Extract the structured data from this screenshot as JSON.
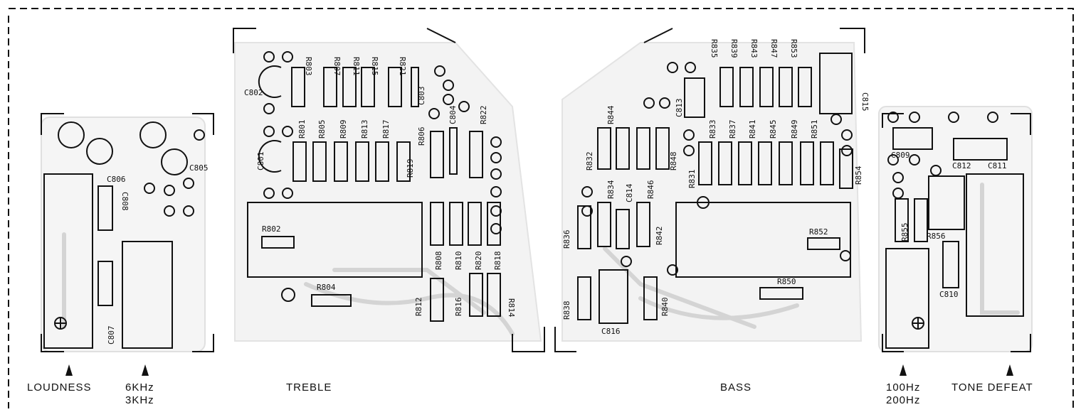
{
  "labels": {
    "loudness": "LOUDNESS",
    "hz6k": "6KHz",
    "hz3k": "3KHz",
    "treble": "TREBLE",
    "bass": "BASS",
    "hz100": "100Hz",
    "hz200": "200Hz",
    "tone_defeat": "TONE DEFEAT"
  },
  "components": [
    "R803",
    "R807",
    "R811",
    "R815",
    "R821",
    "C802",
    "C803",
    "C804",
    "R801",
    "R805",
    "R809",
    "R813",
    "R817",
    "R806",
    "R822",
    "C801",
    "R819",
    "R802",
    "R808",
    "R810",
    "R820",
    "R818",
    "R812",
    "R816",
    "R814",
    "R804",
    "C806",
    "C805",
    "C808",
    "C807",
    "R835",
    "R839",
    "R843",
    "R847",
    "R853",
    "C813",
    "C815",
    "R844",
    "R833",
    "R837",
    "R841",
    "R845",
    "R849",
    "R851",
    "R832",
    "R848",
    "R831",
    "R854",
    "R834",
    "C814",
    "R846",
    "R836",
    "R842",
    "R852",
    "R838",
    "C816",
    "R840",
    "R850",
    "C809",
    "C812",
    "C811",
    "R855",
    "R856",
    "C810"
  ],
  "colors": {
    "ink": "#111111",
    "trace": "#d2d2d2",
    "board": "#f4f4f4"
  }
}
